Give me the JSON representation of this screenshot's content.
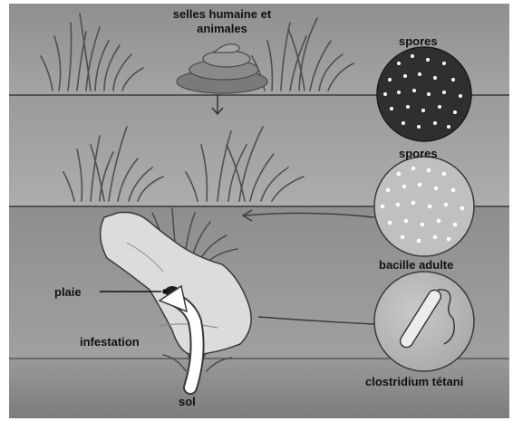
{
  "labels": {
    "source": "selles humaine et animales",
    "spores_top": "spores",
    "spores_mid": "spores",
    "bacille": "bacille adulte",
    "plaie": "plaie",
    "infestation": "infestation",
    "clostridium": "clostridium tétani",
    "sol": "sol"
  },
  "colors": {
    "background": "#ffffff",
    "band_top": "#9a9a9a",
    "band_middle": "#a3a3a3",
    "band_lower": "#979797",
    "ground": "#8d8d8d",
    "spore_circle_dark": "#2f2f2f",
    "spore_circle_light": "#bdbdbd",
    "spore_dots": "#ffffff",
    "grass": "#555555"
  },
  "icons": {
    "feces": "feces-icon",
    "foot": "foot-icon",
    "bacillus": "bacillus-icon"
  }
}
